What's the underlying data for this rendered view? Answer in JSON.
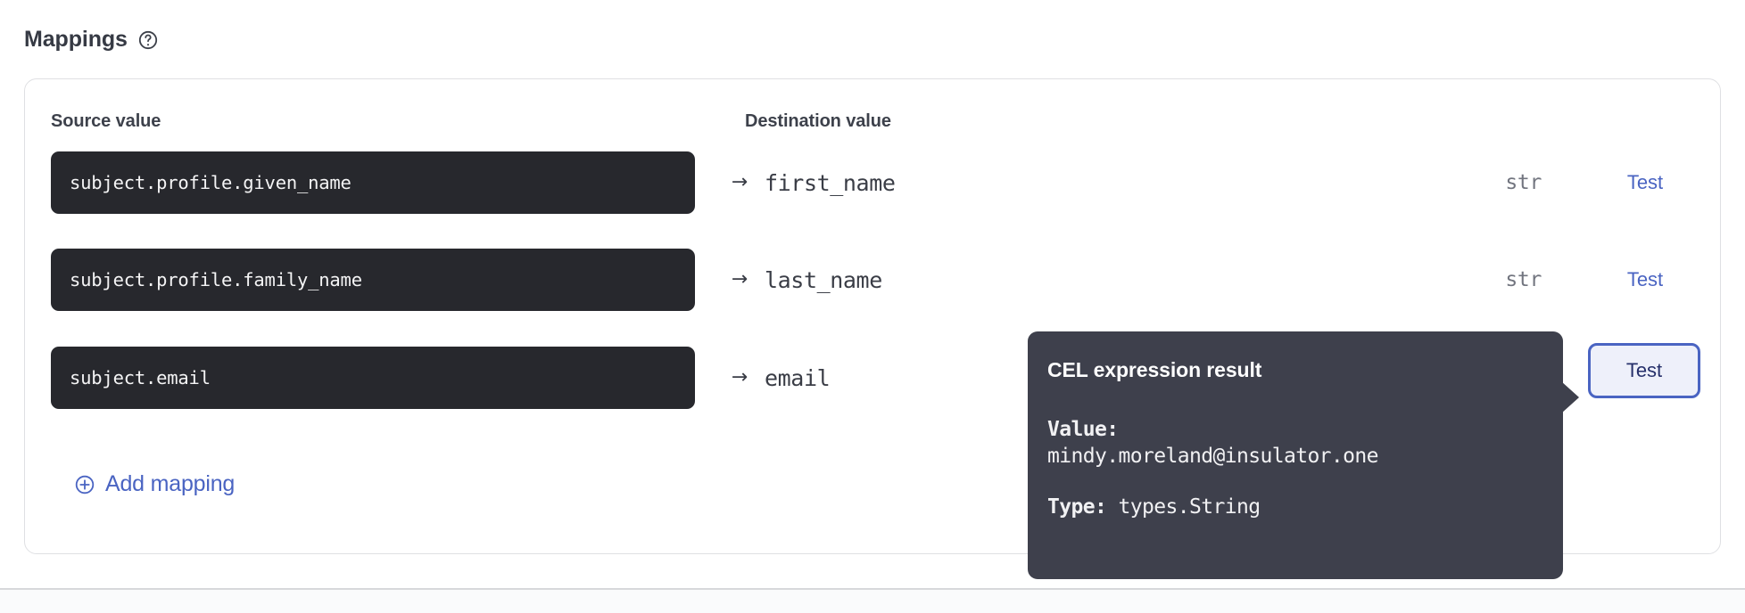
{
  "section": {
    "title": "Mappings",
    "help_icon": "question-circle-icon"
  },
  "table": {
    "headers": {
      "source": "Source value",
      "destination": "Destination value"
    },
    "arrow_glyph": "→",
    "rows": [
      {
        "source": "subject.profile.given_name",
        "destination": "first_name",
        "type": "str",
        "action_label": "Test",
        "active": false
      },
      {
        "source": "subject.profile.family_name",
        "destination": "last_name",
        "type": "str",
        "action_label": "Test",
        "active": false
      },
      {
        "source": "subject.email",
        "destination": "email",
        "type": "",
        "action_label": "Test",
        "active": true
      }
    ]
  },
  "add_mapping": {
    "label": "Add mapping",
    "icon": "plus-circle-icon"
  },
  "tooltip": {
    "title": "CEL expression result",
    "value_key": "Value:",
    "value": "mindy.moreland@insulator.one",
    "type_key": "Type:",
    "type_value": "types.String"
  },
  "colors": {
    "accent_link": "#4a64c2",
    "pill_bg": "#27282d",
    "tooltip_bg": "#3e404c",
    "heading": "#363a44",
    "muted_type": "#72757f",
    "active_button_bg": "#eef0fa",
    "active_button_text": "#26306b",
    "card_border": "#dfe0e3"
  }
}
